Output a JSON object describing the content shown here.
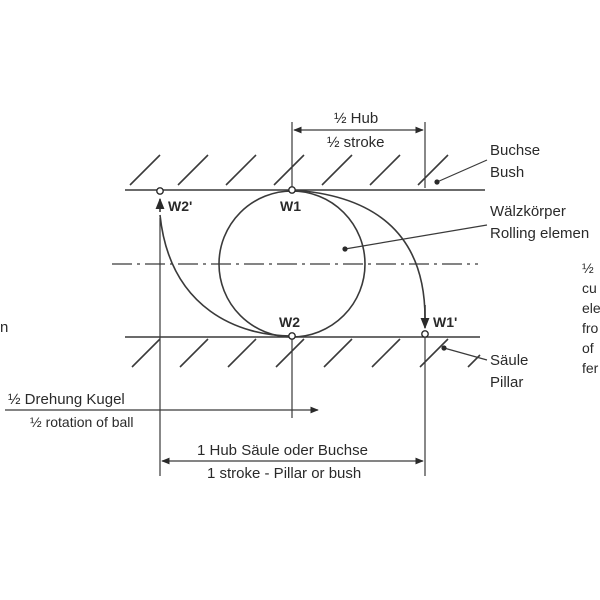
{
  "labels": {
    "half_hub": "½ Hub",
    "half_stroke": "½ stroke",
    "bush_de": "Buchse",
    "bush_en": "Bush",
    "rolling_de": "Wälzkörper",
    "rolling_en": "Rolling elemen",
    "pillar_de": "Säule",
    "pillar_en": "Pillar",
    "half_rotation_de": "½ Drehung Kugel",
    "half_rotation_en": "½ rotation of ball",
    "full_stroke_de": "1 Hub Säule oder Buchse",
    "full_stroke_en": "1 stroke - Pillar or bush",
    "w1": "W1",
    "w2": "W2",
    "w1p": "W1'",
    "w2p": "W2'",
    "left_fragment": "n",
    "right_fragments": [
      "½",
      "cu",
      "ele",
      "fro",
      "of",
      "fer"
    ]
  }
}
